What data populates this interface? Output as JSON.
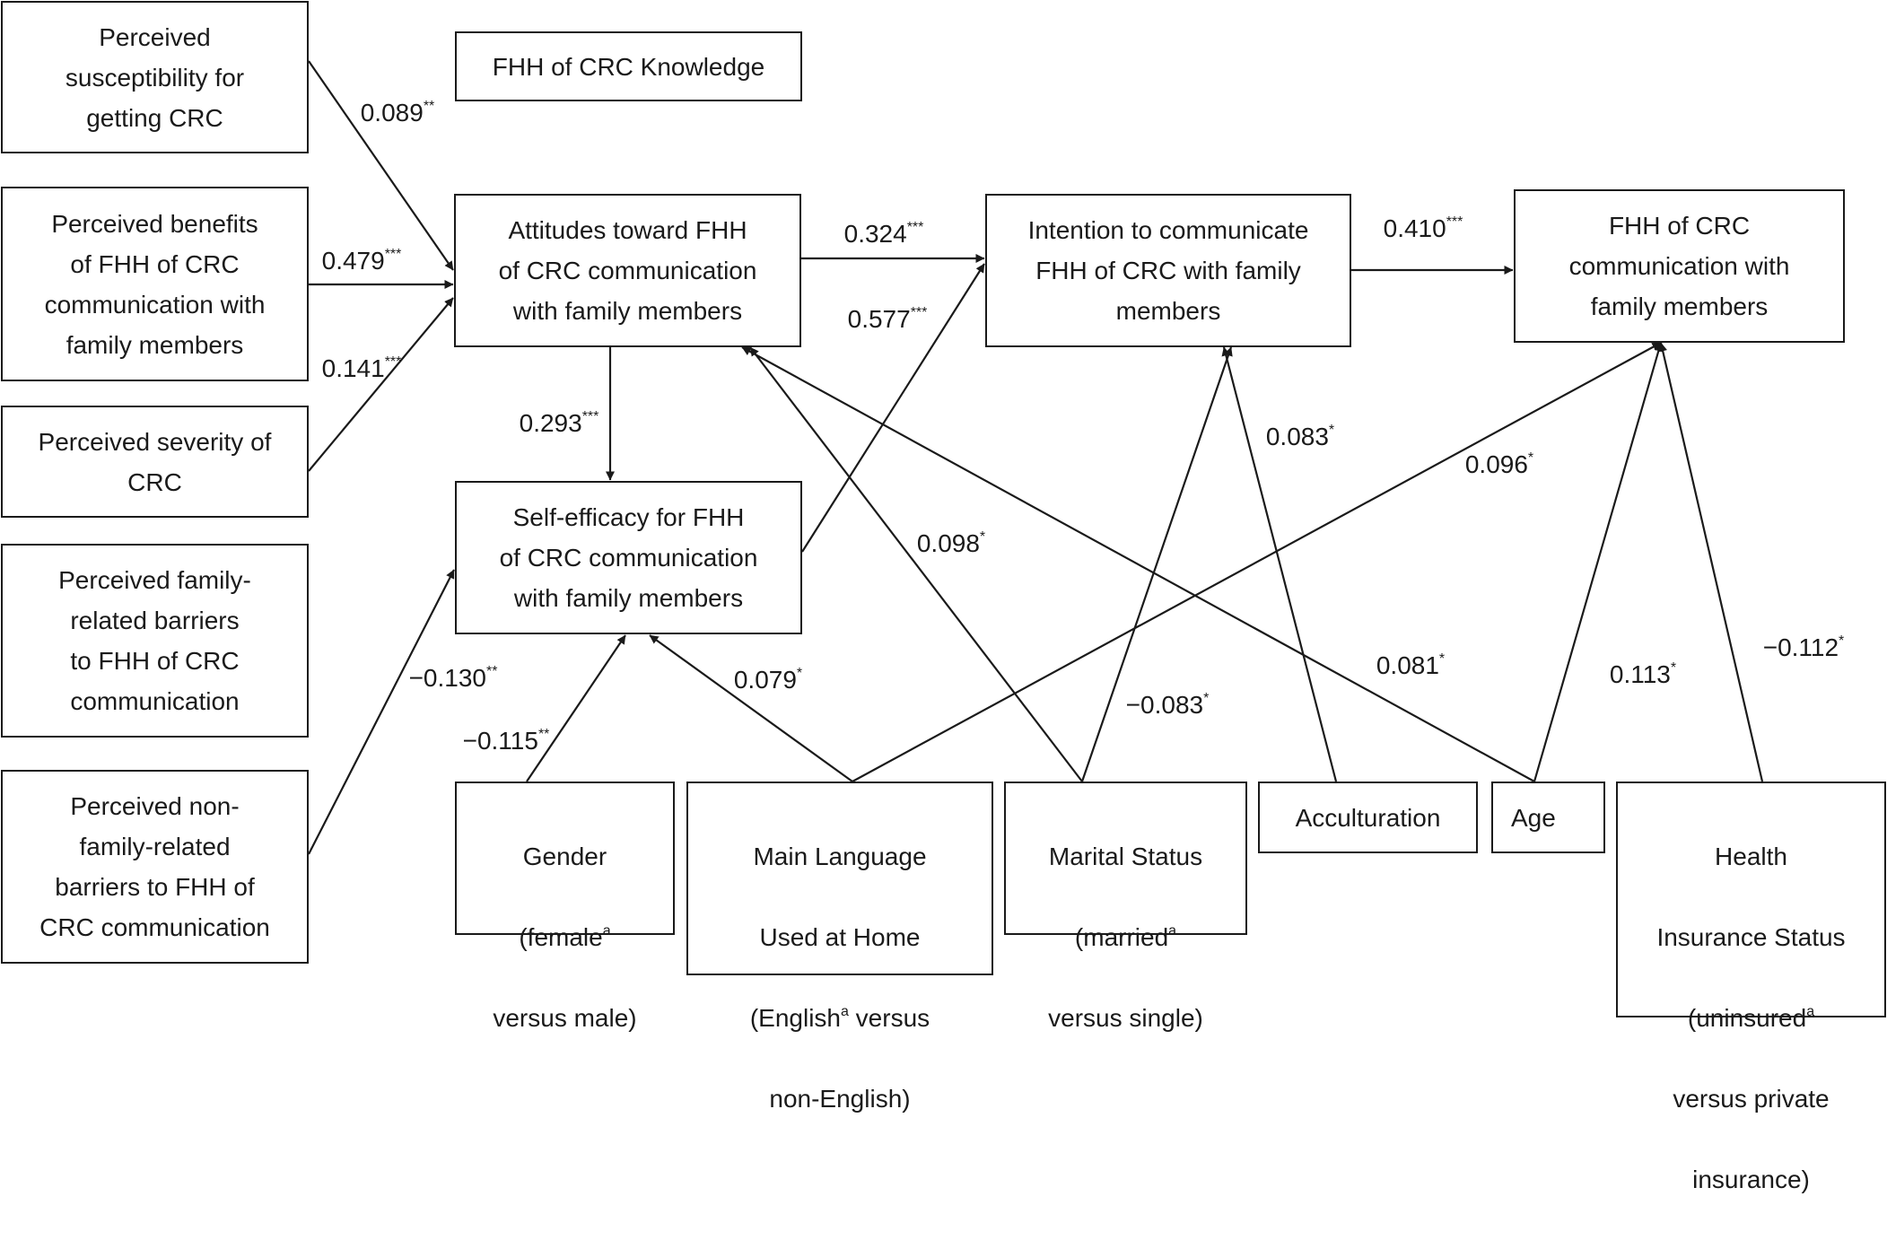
{
  "colors": {
    "line": "#1a1a1a",
    "box_border": "#1a1a1a",
    "background": "#ffffff"
  },
  "nodes": {
    "susceptibility": {
      "text": "Perceived\nsusceptibility for\ngetting CRC"
    },
    "benefits": {
      "text": "Perceived benefits\nof FHH of CRC\ncommunication with\nfamily members"
    },
    "severity": {
      "text": "Perceived severity of\nCRC"
    },
    "family_barriers": {
      "text": "Perceived family-\nrelated barriers\nto FHH of CRC\ncommunication"
    },
    "nonfamily_barriers": {
      "text": "Perceived non-\nfamily-related\nbarriers to FHH of\nCRC communication"
    },
    "knowledge": {
      "text": "FHH of CRC Knowledge"
    },
    "attitudes": {
      "text": "Attitudes toward FHH\nof CRC communication\nwith family members"
    },
    "self_efficacy": {
      "text": "Self-efficacy for FHH\nof CRC communication\nwith family members"
    },
    "intention": {
      "text": "Intention to communicate\nFHH of CRC with family\nmembers"
    },
    "communication": {
      "text": "FHH of CRC\ncommunication with\nfamily members"
    },
    "gender": {
      "line1": "Gender",
      "line2_pre": "(female",
      "line2_sup": "a",
      "line3": "versus male)"
    },
    "language": {
      "line1": "Main Language",
      "line2": "Used at Home",
      "line3_pre": "(English",
      "line3_sup": "a",
      "line3_post": " versus",
      "line4": "non-English)"
    },
    "marital": {
      "line1": "Marital Status",
      "line2_pre": "(married",
      "line2_sup": "a",
      "line3": "versus single)"
    },
    "acculturation": {
      "text": "Acculturation"
    },
    "age": {
      "text": "Age"
    },
    "insurance": {
      "line1": "Health",
      "line2": "Insurance Status",
      "line3_pre": "(uninsured",
      "line3_sup": "a",
      "line4": "versus private",
      "line5": "insurance)"
    }
  },
  "paths": [
    {
      "id": "susceptibility-to-attitudes",
      "coef": "0.089",
      "stars": "**"
    },
    {
      "id": "benefits-to-attitudes",
      "coef": "0.479",
      "stars": "***"
    },
    {
      "id": "severity-to-attitudes",
      "coef": "0.141",
      "stars": "***"
    },
    {
      "id": "attitudes-to-intention",
      "coef": "0.324",
      "stars": "***"
    },
    {
      "id": "intention-to-communication",
      "coef": "0.410",
      "stars": "***"
    },
    {
      "id": "attitudes-to-self-efficacy",
      "coef": "0.293",
      "stars": "***"
    },
    {
      "id": "self-efficacy-to-intention",
      "coef": "0.577",
      "stars": "***"
    },
    {
      "id": "acculturation-to-intention",
      "coef": "0.083",
      "stars": "*"
    },
    {
      "id": "language-to-communication",
      "coef": "0.096",
      "stars": "*"
    },
    {
      "id": "marital-to-attitudes",
      "coef": "0.098",
      "stars": "*"
    },
    {
      "id": "nonfamily-barriers-to-self-efficacy",
      "coef": "−0.130",
      "stars": "**"
    },
    {
      "id": "gender-to-self-efficacy",
      "coef": "−0.115",
      "stars": "**"
    },
    {
      "id": "language-to-self-efficacy",
      "coef": "0.079",
      "stars": "*"
    },
    {
      "id": "marital-to-intention",
      "coef": "−0.083",
      "stars": "*"
    },
    {
      "id": "age-to-attitudes",
      "coef": "0.081",
      "stars": "*"
    },
    {
      "id": "age-to-communication",
      "coef": "0.113",
      "stars": "*"
    },
    {
      "id": "insurance-to-communication",
      "coef": "−0.112",
      "stars": "*"
    }
  ]
}
